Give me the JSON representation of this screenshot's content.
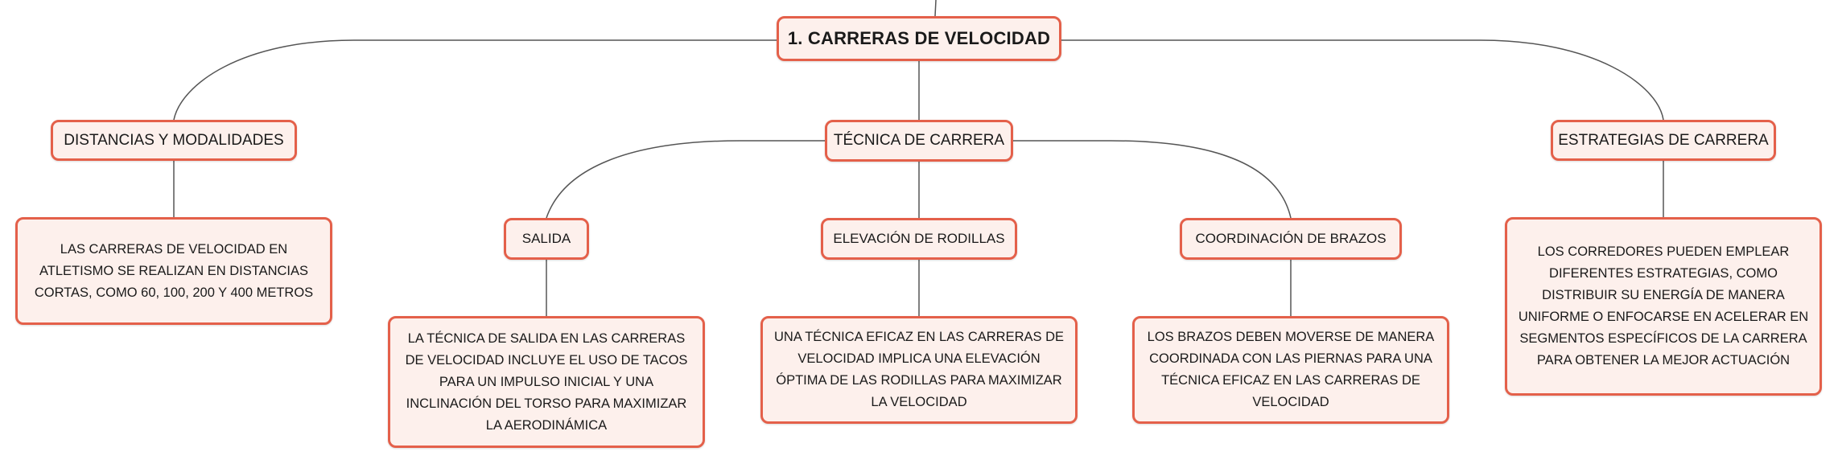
{
  "diagram": {
    "root": {
      "label": "1. CARRERAS DE VELOCIDAD"
    },
    "branches": [
      {
        "label": "DISTANCIAS Y MODALIDADES",
        "description": "LAS CARRERAS DE VELOCIDAD EN ATLETISMO SE REALIZAN EN DISTANCIAS CORTAS, COMO 60, 100, 200 Y 400 METROS"
      },
      {
        "label": "TÉCNICA DE CARRERA",
        "children": [
          {
            "label": "SALIDA",
            "description": "LA TÉCNICA DE SALIDA EN LAS CARRERAS DE VELOCIDAD INCLUYE EL USO DE TACOS PARA UN IMPULSO INICIAL Y UNA INCLINACIÓN DEL TORSO PARA MAXIMIZAR LA AERODINÁMICA"
          },
          {
            "label": "ELEVACIÓN DE RODILLAS",
            "description": "UNA TÉCNICA EFICAZ EN LAS CARRERAS DE VELOCIDAD IMPLICA UNA ELEVACIÓN ÓPTIMA DE LAS RODILLAS PARA MAXIMIZAR LA VELOCIDAD"
          },
          {
            "label": "COORDINACIÓN DE BRAZOS",
            "description": "LOS BRAZOS DEBEN MOVERSE DE MANERA COORDINADA CON LAS PIERNAS PARA UNA TÉCNICA EFICAZ EN LAS CARRERAS DE VELOCIDAD"
          }
        ]
      },
      {
        "label": "ESTRATEGIAS DE CARRERA",
        "description": "LOS CORREDORES PUEDEN EMPLEAR DIFERENTES ESTRATEGIAS, COMO DISTRIBUIR SU ENERGÍA DE MANERA UNIFORME O ENFOCARSE EN ACELERAR EN SEGMENTOS ESPECÍFICOS DE LA CARRERA PARA OBTENER LA MEJOR ACTUACIÓN"
      }
    ]
  },
  "colors": {
    "node_border": "#e4604a",
    "node_fill": "#fdf0ec",
    "connector": "#555555",
    "text": "#1a1a1a"
  }
}
